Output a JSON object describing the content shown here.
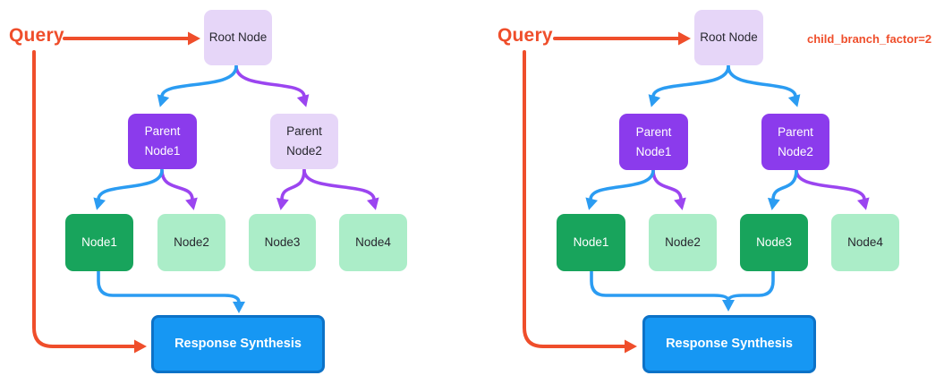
{
  "palette": {
    "background": "#FFFFFF",
    "query_red": "#EF4E2B",
    "selected_path_blue": "#2B9CF2",
    "branch_purple": "#9B45F0",
    "node_purple": "#8B3BEC",
    "node_lavender": "#E6D6F8",
    "node_green_dark": "#18A45C",
    "node_green_light": "#ABEDC8",
    "synthesis_fill_blue": "#1697F3",
    "synthesis_border_blue": "#0C72C7",
    "node_text_dark": "#27272F",
    "node_text_light": "#FFFFFF"
  },
  "left": {
    "query_label": "Query",
    "root": {
      "label": "Root Node",
      "variant": "lavender"
    },
    "parents": [
      {
        "label": "Parent Node1",
        "variant": "purple-selected"
      },
      {
        "label": "Parent Node2",
        "variant": "lavender-unselected"
      }
    ],
    "leaves": [
      {
        "label": "Node1",
        "variant": "green-dark-selected"
      },
      {
        "label": "Node2",
        "variant": "green-light-unselected"
      },
      {
        "label": "Node3",
        "variant": "green-light-unselected"
      },
      {
        "label": "Node4",
        "variant": "green-light-unselected"
      }
    ],
    "synthesis_label": "Response Synthesis"
  },
  "right": {
    "query_label": "Query",
    "annotation": "child_branch_factor=2",
    "root": {
      "label": "Root Node",
      "variant": "lavender"
    },
    "parents": [
      {
        "label": "Parent Node1",
        "variant": "purple-selected"
      },
      {
        "label": "Parent Node2",
        "variant": "purple-selected"
      }
    ],
    "leaves": [
      {
        "label": "Node1",
        "variant": "green-dark-selected"
      },
      {
        "label": "Node2",
        "variant": "green-light-unselected"
      },
      {
        "label": "Node3",
        "variant": "green-dark-selected"
      },
      {
        "label": "Node4",
        "variant": "green-light-unselected"
      }
    ],
    "synthesis_label": "Response Synthesis"
  }
}
